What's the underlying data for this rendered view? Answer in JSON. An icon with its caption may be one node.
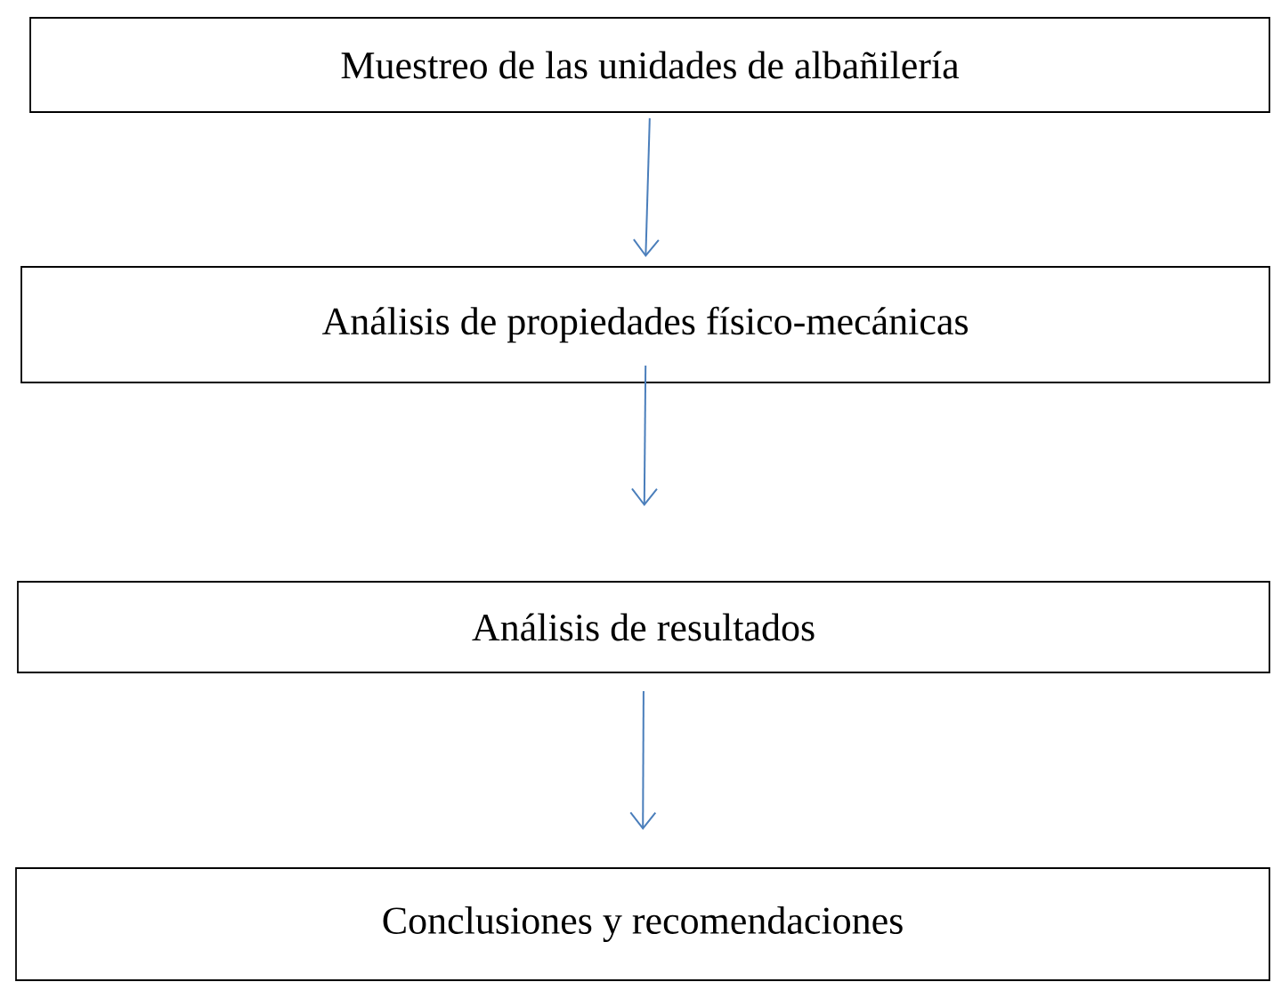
{
  "diagram": {
    "nodes": [
      {
        "text": [
          "Muestreo de las unidades de albañilería"
        ]
      },
      {
        "text": [
          "Análisis de propiedades físico-mecánicas"
        ]
      },
      {
        "text": [
          "Análisis de resultados"
        ]
      },
      {
        "text": [
          "Conclusiones y recomendaciones"
        ]
      }
    ],
    "edges": [
      {
        "from": 0,
        "to": 1,
        "arrow": "to"
      },
      {
        "from": 1,
        "to": 2,
        "arrow": "to"
      },
      {
        "from": 2,
        "to": 3,
        "arrow": "to"
      }
    ]
  }
}
